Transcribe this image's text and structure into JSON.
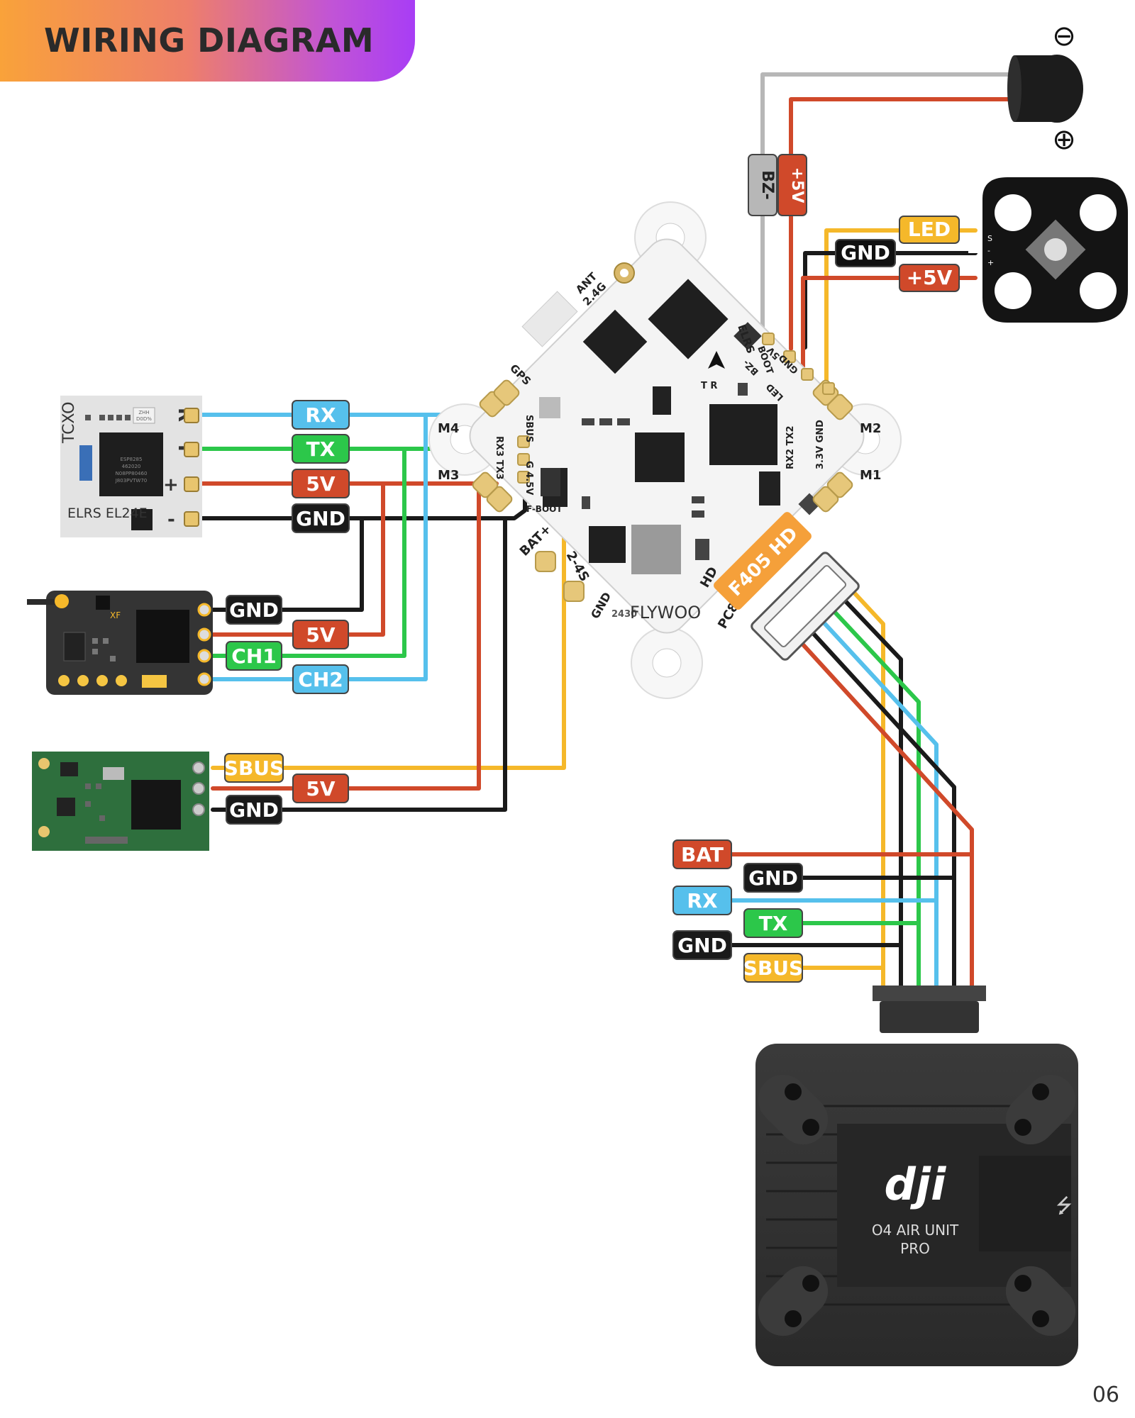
{
  "title": "WIRING DIAGRAM",
  "page_number": "06",
  "colors": {
    "red": "#d0492a",
    "blue": "#56c0ec",
    "green": "#2cc74a",
    "black": "#1a1a1a",
    "yellow": "#f5b82a",
    "grey": "#b7b7b7"
  },
  "buzzer": {
    "minus_symbol": "⊖",
    "plus_symbol": "⊕",
    "labels": {
      "bz": "BZ-",
      "v5": "+5V"
    }
  },
  "led": {
    "labels": {
      "led": "LED",
      "gnd": "GND",
      "v5": "+5V"
    },
    "pads": [
      "S",
      "-",
      "+"
    ]
  },
  "elrs_module": {
    "name": "ELRS EL24E",
    "tcxo": "TCXO",
    "chip_text": [
      "ESP8285",
      "462020",
      "N08PP80460",
      "J803PVTW70"
    ],
    "crystal_text": [
      "ZHH",
      "D0D%"
    ],
    "pins": [
      "R",
      "T",
      "+",
      "-"
    ],
    "labels": [
      "RX",
      "TX",
      "5V",
      "GND"
    ]
  },
  "rx2": {
    "brand": "XF",
    "labels": [
      "GND",
      "5V",
      "CH1",
      "CH2"
    ]
  },
  "rx3": {
    "labels": [
      "SBUS",
      "5V",
      "GND"
    ]
  },
  "fc": {
    "brand": "FLYWOO",
    "model": "F405 HD",
    "silkscreen": {
      "ant": "ANT",
      "g24": "2.4G",
      "gps": "GPS",
      "elrs": "ELRS",
      "boot": "BOOT",
      "m1": "M1",
      "m2": "M2",
      "m3": "M3",
      "m4": "M4",
      "sbus": "SBUS",
      "rx3tx3": "RX3 TX3",
      "g45v": "G 4.5V",
      "fboot": "F-BOOT",
      "rx2tx2": "RX2 TX2",
      "v33gnd": "3.3V GND",
      "tr": "T R",
      "bz": "BZ-",
      "v5": "5V",
      "gnd": "GND",
      "led": "LED",
      "bat": "BAT+",
      "s24": "2-4S",
      "gnd2": "GND",
      "hd": "HD",
      "pc8": "PC8",
      "num": "2430"
    }
  },
  "vtx": {
    "labels": [
      "BAT",
      "GND",
      "RX",
      "TX",
      "GND",
      "SBUS"
    ],
    "name_line1": "O4 AIR UNIT",
    "name_line2": "PRO",
    "logo": "dji",
    "usb_symbol": "⭍"
  }
}
